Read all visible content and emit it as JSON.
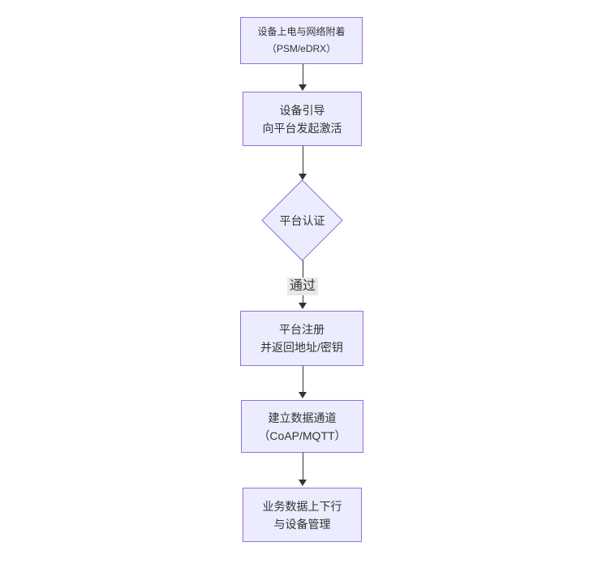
{
  "diagram": {
    "type": "flowchart",
    "direction": "top-down",
    "colors": {
      "node_fill": "#ECECFF",
      "node_border": "#9370DB",
      "text": "#333333",
      "arrow": "#333333",
      "edge_label_background": "#e8e8e8",
      "page_background": "#ffffff"
    },
    "nodes": [
      {
        "id": "power-on",
        "shape": "rect",
        "lines": [
          "设备上电与网络附着",
          "（PSM/eDRX）"
        ]
      },
      {
        "id": "bootstrap",
        "shape": "rect",
        "lines": [
          "设备引导",
          "向平台发起激活"
        ]
      },
      {
        "id": "platform-auth",
        "shape": "diamond",
        "lines": [
          "平台认证"
        ]
      },
      {
        "id": "platform-register",
        "shape": "rect",
        "lines": [
          "平台注册",
          "并返回地址/密钥"
        ]
      },
      {
        "id": "data-channel",
        "shape": "rect",
        "lines": [
          "建立数据通道",
          "（CoAP/MQTT）"
        ]
      },
      {
        "id": "business-data",
        "shape": "rect",
        "lines": [
          "业务数据上下行",
          "与设备管理"
        ]
      }
    ],
    "edges": [
      {
        "from": "power-on",
        "to": "bootstrap",
        "label": ""
      },
      {
        "from": "bootstrap",
        "to": "platform-auth",
        "label": ""
      },
      {
        "from": "platform-auth",
        "to": "platform-register",
        "label": "通过"
      },
      {
        "from": "platform-register",
        "to": "data-channel",
        "label": ""
      },
      {
        "from": "data-channel",
        "to": "business-data",
        "label": ""
      }
    ]
  }
}
